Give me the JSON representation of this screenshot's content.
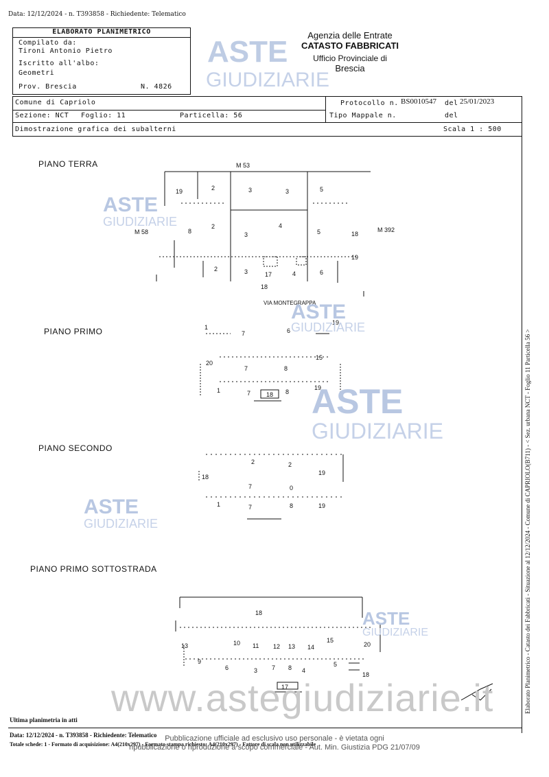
{
  "top_header": "Data: 12/12/2024 - n. T393858 - Richiedente: Telematico",
  "left_box": {
    "title": "ELABORATO PLANIMETRICO",
    "compiled_by_label": "Compilato da:",
    "compiled_by": "Tironi Antonio Pietro",
    "registered_label": "Iscritto all'albo:",
    "profession": "Geometri",
    "province": "Prov. Brescia",
    "number": "N. 4826"
  },
  "agency": {
    "line1": "Agenzia delle Entrate",
    "line2": "CATASTO FABBRICATI",
    "line3": "Ufficio Provinciale di",
    "line4": "Brescia"
  },
  "info": {
    "comune": "Comune di Capriolo",
    "sezione": "Sezione: NCT",
    "foglio": "Foglio: 11",
    "particella": "Particella: 56",
    "protocollo_label": "Protocollo n.",
    "protocollo": "BS0010547",
    "del_label": "del",
    "protocollo_date": "25/01/2023",
    "tipo_label": "Tipo Mappale n.",
    "tipo_del": "del",
    "dimostrazione": "Dimostrazione grafica dei subalterni",
    "scala": "Scala 1 : 500"
  },
  "floors": {
    "terra": "PIANO TERRA",
    "primo": "PIANO PRIMO",
    "secondo": "PIANO SECONDO",
    "sottostrada": "PIANO PRIMO SOTTOSTRADA"
  },
  "plan_labels": {
    "m53": "M 53",
    "m58": "M 58",
    "m392": "M 392",
    "via": "VIA MONTEGRAPPA"
  },
  "watermark": {
    "aste": "ASTE",
    "giudiziarie": "GIUDIZIARIE",
    "site": "www.astegiudiziarie.it"
  },
  "side_text": "Elaborato Planimetrico - Catasto dei Fabbricati - Situazione al 12/12/2024 - Comune di CAPRIOLO(B711) - < Sez. urbana NCT - Foglio 11 Particella 56 >",
  "ultima": "Ultima planimetria in atti",
  "footer": {
    "line1": "Data: 12/12/2024 - n. T393858 - Richiedente: Telematico",
    "line2": "Totale schede: 1 - Formato di acquisizione: A4(210x297) - Formato stampa richiesto: A4(210x297) - Fattore di scala non utilizzabile",
    "notice1": "Pubblicazione ufficiale ad esclusivo uso personale - è vietata ogni",
    "notice2": "ripubblicazione o riproduzione a scopo commerciale - Aut. Min. Giustizia PDG 21/07/09"
  }
}
